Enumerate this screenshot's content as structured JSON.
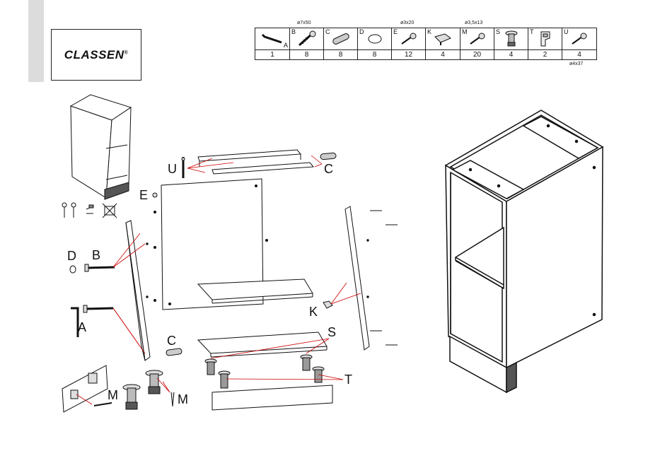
{
  "brand": {
    "logo_text": "CLASSEN",
    "registered_mark": "®"
  },
  "parts_table": {
    "parts": [
      {
        "letter": "A",
        "count": "1",
        "icon": "allen-key-icon"
      },
      {
        "letter": "B",
        "count": "8",
        "icon": "confirmat-screw-icon",
        "size": "ø7x50"
      },
      {
        "letter": "C",
        "count": "8",
        "icon": "wooden-dowel-icon"
      },
      {
        "letter": "D",
        "count": "8",
        "icon": "cover-cap-icon"
      },
      {
        "letter": "E",
        "count": "12",
        "icon": "screw-icon",
        "size": "ø3x20"
      },
      {
        "letter": "K",
        "count": "4",
        "icon": "shelf-support-icon"
      },
      {
        "letter": "M",
        "count": "20",
        "icon": "screw-icon",
        "size": "ø3,5x13"
      },
      {
        "letter": "S",
        "count": "4",
        "icon": "adjustable-leg-icon"
      },
      {
        "letter": "T",
        "count": "2",
        "icon": "plinth-clip-icon"
      },
      {
        "letter": "U",
        "count": "4",
        "icon": "screw-icon"
      }
    ],
    "extra_size": "ø4x37"
  },
  "callouts": {
    "U": "U",
    "C_top": "C",
    "E": "E",
    "D": "D",
    "B": "B",
    "A": "A",
    "K": "K",
    "C_bottom": "C",
    "S": "S",
    "T": "T",
    "M_left": "M",
    "M_right": "M"
  }
}
